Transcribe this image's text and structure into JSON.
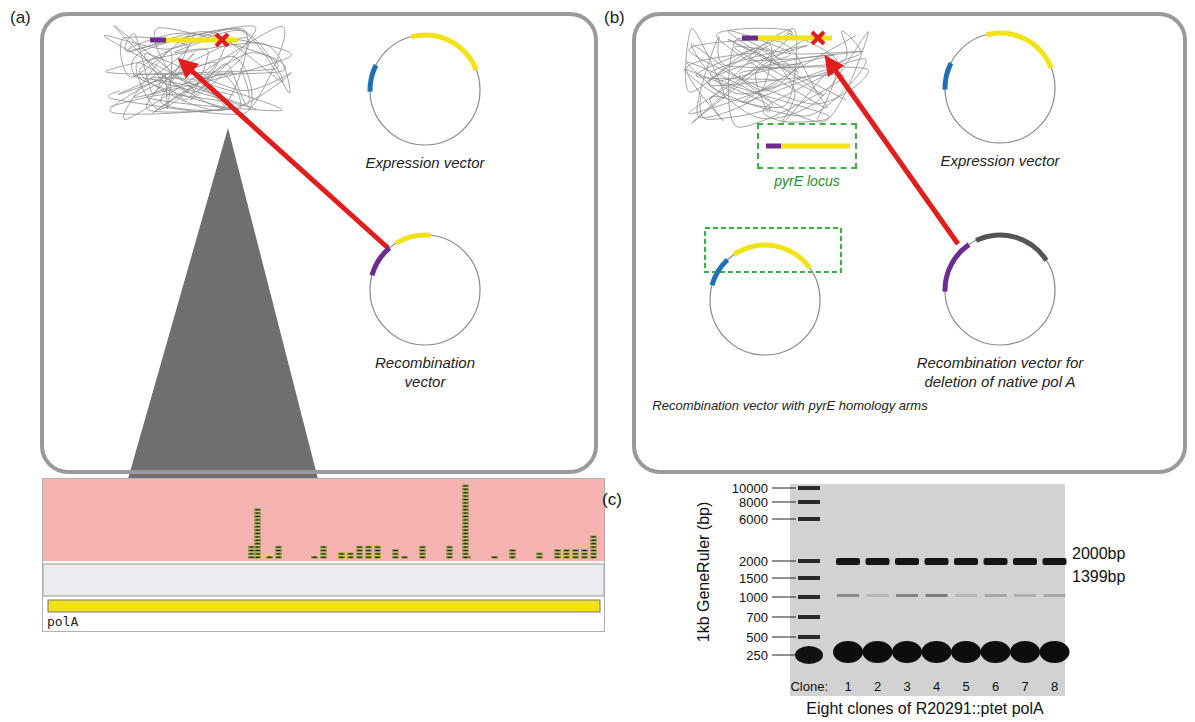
{
  "diagram": {
    "nodes": [
      {
        "text": [
          "(a)"
        ]
      },
      {
        "text": [
          "Expression vector"
        ],
        "in": 0
      },
      {
        "text": [
          "Recombination vector"
        ],
        "in": 0
      },
      {
        "text": [
          "polA"
        ]
      },
      {
        "text": [
          "(b)"
        ]
      },
      {
        "text": [
          "pyrE locus"
        ],
        "in": 4
      },
      {
        "text": [
          "Expression vector"
        ],
        "in": 4
      },
      {
        "text": [
          "Recombination vector for deletion of native pol A"
        ],
        "in": 4
      },
      {
        "text": [
          "Recombination vector with pyrE homology arms"
        ],
        "in": 4
      }
    ],
    "labels": [
      "(c)",
      "10000",
      "8000",
      "6000",
      "2000",
      "1500",
      "1000",
      "700",
      "500",
      "250",
      "1kb GeneRuler (bp)",
      "2000bp",
      "1399bp",
      "Clone:",
      "1",
      "2",
      "3",
      "4",
      "5",
      "6",
      "7",
      "8",
      "Eight clones of R20291::ptet polA"
    ]
  }
}
